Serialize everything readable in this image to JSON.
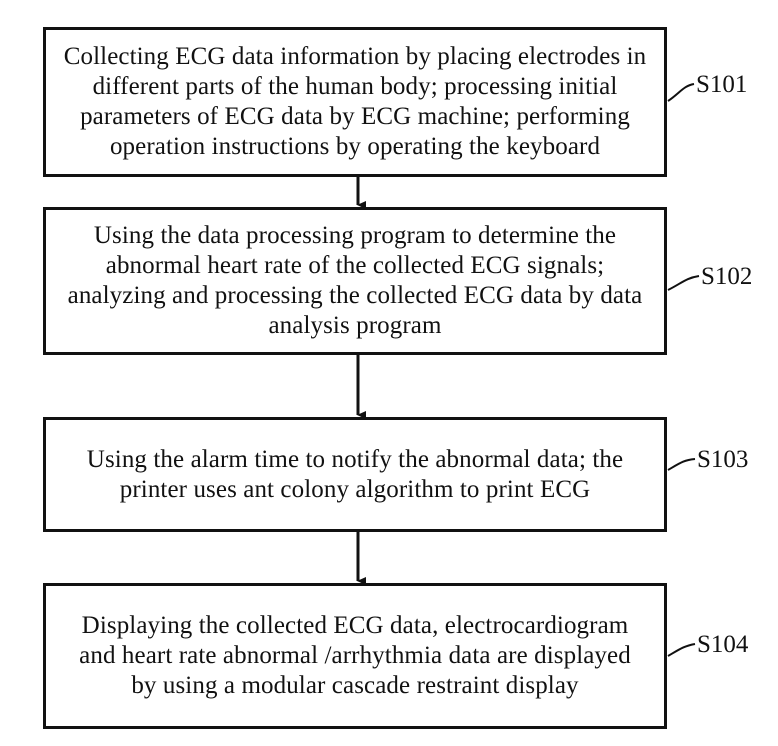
{
  "steps": [
    {
      "text": "Collecting ECG data information by placing electrodes in\ndifferent parts of the human body; processing initial\nparameters of ECG data by ECG machine; performing\noperation instructions by operating the keyboard",
      "label": "S101"
    },
    {
      "text": "Using the data processing program to determine the\nabnormal heart rate of the collected ECG signals;\nanalyzing and processing the collected ECG data  by data\nanalysis program",
      "label": "S102"
    },
    {
      "text": "Using the alarm time to notify the abnormal data; the\nprinter uses ant colony algorithm to print ECG",
      "label": "S103"
    },
    {
      "text": "Displaying the collected ECG data, electrocardiogram\nand heart rate abnormal /arrhythmia data are displayed\nby using a modular cascade restraint display",
      "label": "S104"
    }
  ]
}
